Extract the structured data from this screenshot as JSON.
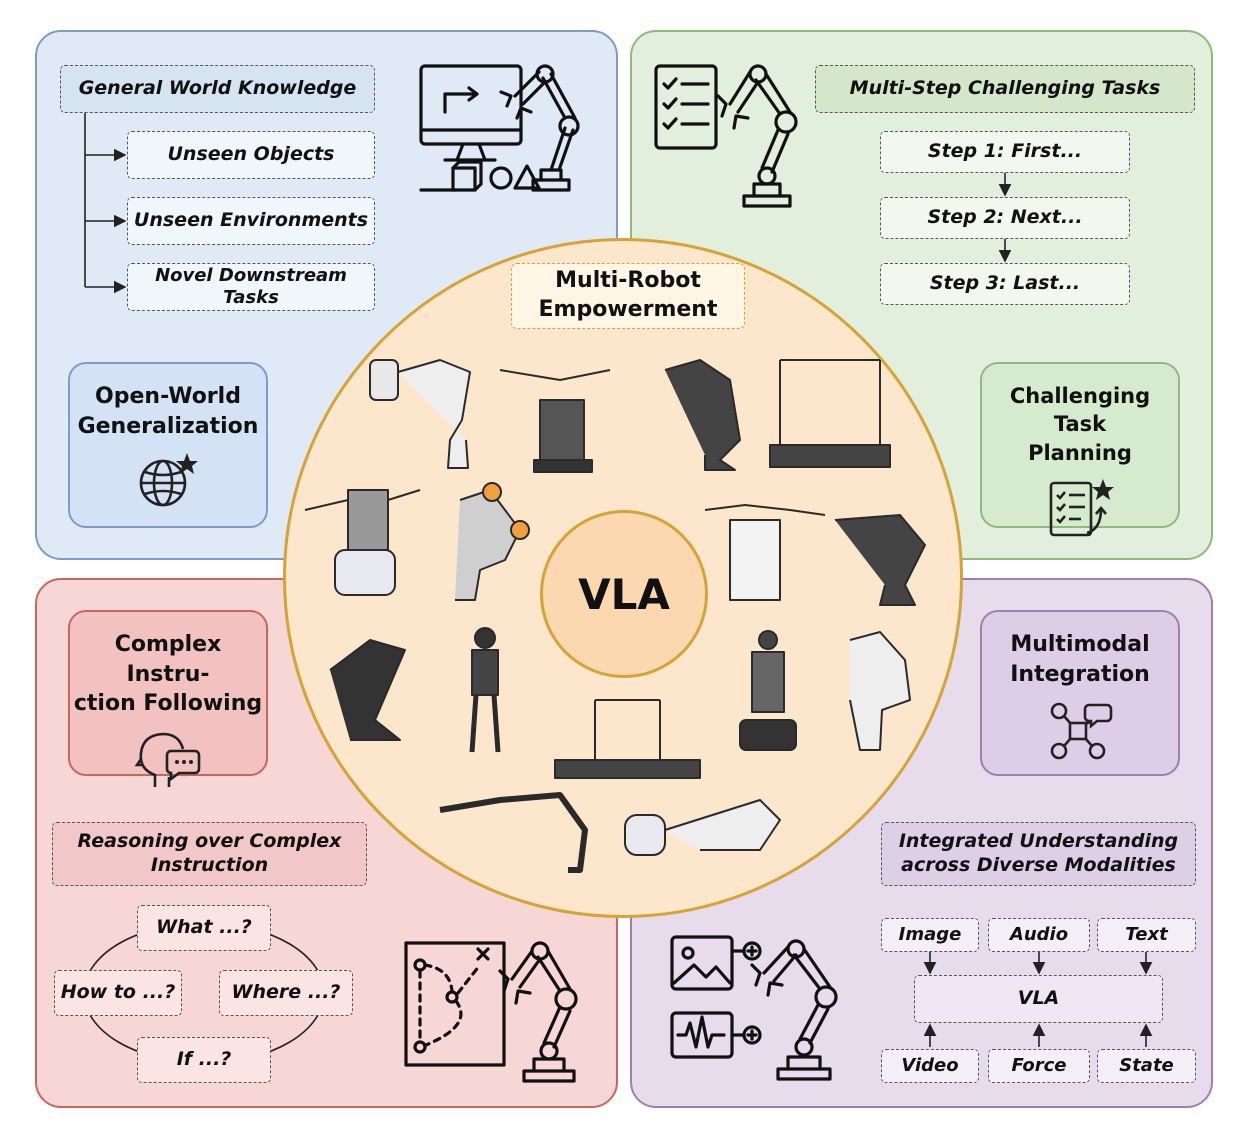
{
  "center": {
    "title": "VLA",
    "multi_robot": "Multi-Robot Empowerment"
  },
  "top_left": {
    "category": [
      "Open-World",
      "Generalization"
    ],
    "header": "General World Knowledge",
    "items": [
      "Unseen Objects",
      "Unseen Environments",
      "Novel Downstream Tasks"
    ],
    "category_icon": "globe-star-icon",
    "illustration_icon": "monitor-robot-arm-icon"
  },
  "top_right": {
    "category": [
      "Challenging Task",
      "Planning"
    ],
    "header": "Multi-Step Challenging Tasks",
    "steps": [
      "Step 1: First...",
      "Step 2: Next...",
      "Step 3: Last..."
    ],
    "category_icon": "checklist-star-icon",
    "illustration_icon": "checklist-robot-arm-icon"
  },
  "bottom_left": {
    "category": [
      "Complex Instru-",
      "ction Following"
    ],
    "header": [
      "Reasoning over Complex",
      "Instruction"
    ],
    "questions": [
      "What ...?",
      "How to ...?",
      "Where ...?",
      "If ...?"
    ],
    "category_icon": "head-speech-icon",
    "illustration_icon": "map-robot-arm-icon"
  },
  "bottom_right": {
    "category": [
      "Multimodal",
      "Integration"
    ],
    "header": [
      "Integrated Understanding",
      "across Diverse Modalities"
    ],
    "inputs_top": [
      "Image",
      "Audio",
      "Text"
    ],
    "core": "VLA",
    "inputs_bottom": [
      "Video",
      "Force",
      "State"
    ],
    "category_icon": "network-chat-icon",
    "illustration_icon": "media-robot-arm-icon"
  },
  "colors": {
    "blue_panel": "#dfeaf6",
    "green_panel": "#e2efdc",
    "red_panel": "#f6d7d6",
    "purple_panel": "#e6dcec",
    "circle": "#fde7cc",
    "circle_border": "#d6a336"
  }
}
